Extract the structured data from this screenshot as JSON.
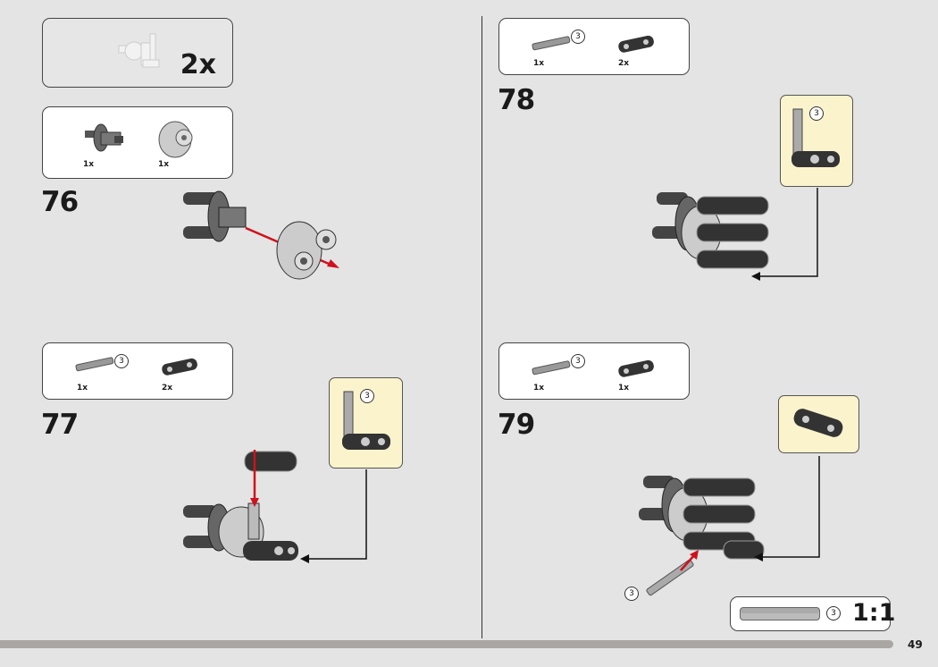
{
  "page_number": "49",
  "left": {
    "submodel": {
      "multiplier": "2x"
    },
    "parts_76": [
      {
        "name": "wheel-hub-axle",
        "qty": "1x"
      },
      {
        "name": "hub-connector",
        "qty": "1x"
      }
    ],
    "step_76": "76",
    "parts_77": [
      {
        "name": "axle",
        "qty": "1x",
        "length": "3"
      },
      {
        "name": "beam-connector",
        "qty": "2x"
      }
    ],
    "step_77": "77",
    "callout_77": {
      "length": "3"
    }
  },
  "right": {
    "parts_78": [
      {
        "name": "axle",
        "qty": "1x",
        "length": "3"
      },
      {
        "name": "beam-connector",
        "qty": "2x"
      }
    ],
    "step_78": "78",
    "callout_78": {
      "length": "3"
    },
    "parts_79": [
      {
        "name": "axle",
        "qty": "1x",
        "length": "3"
      },
      {
        "name": "beam-connector",
        "qty": "1x"
      }
    ],
    "step_79": "79",
    "axle_label_79": "3",
    "scale": {
      "length": "3",
      "ratio": "1:1"
    }
  },
  "colors": {
    "background": "#e4e4e4",
    "arrow": "#d0101c",
    "callout": "#fbf3cc",
    "bar": "#aaa6a2"
  }
}
